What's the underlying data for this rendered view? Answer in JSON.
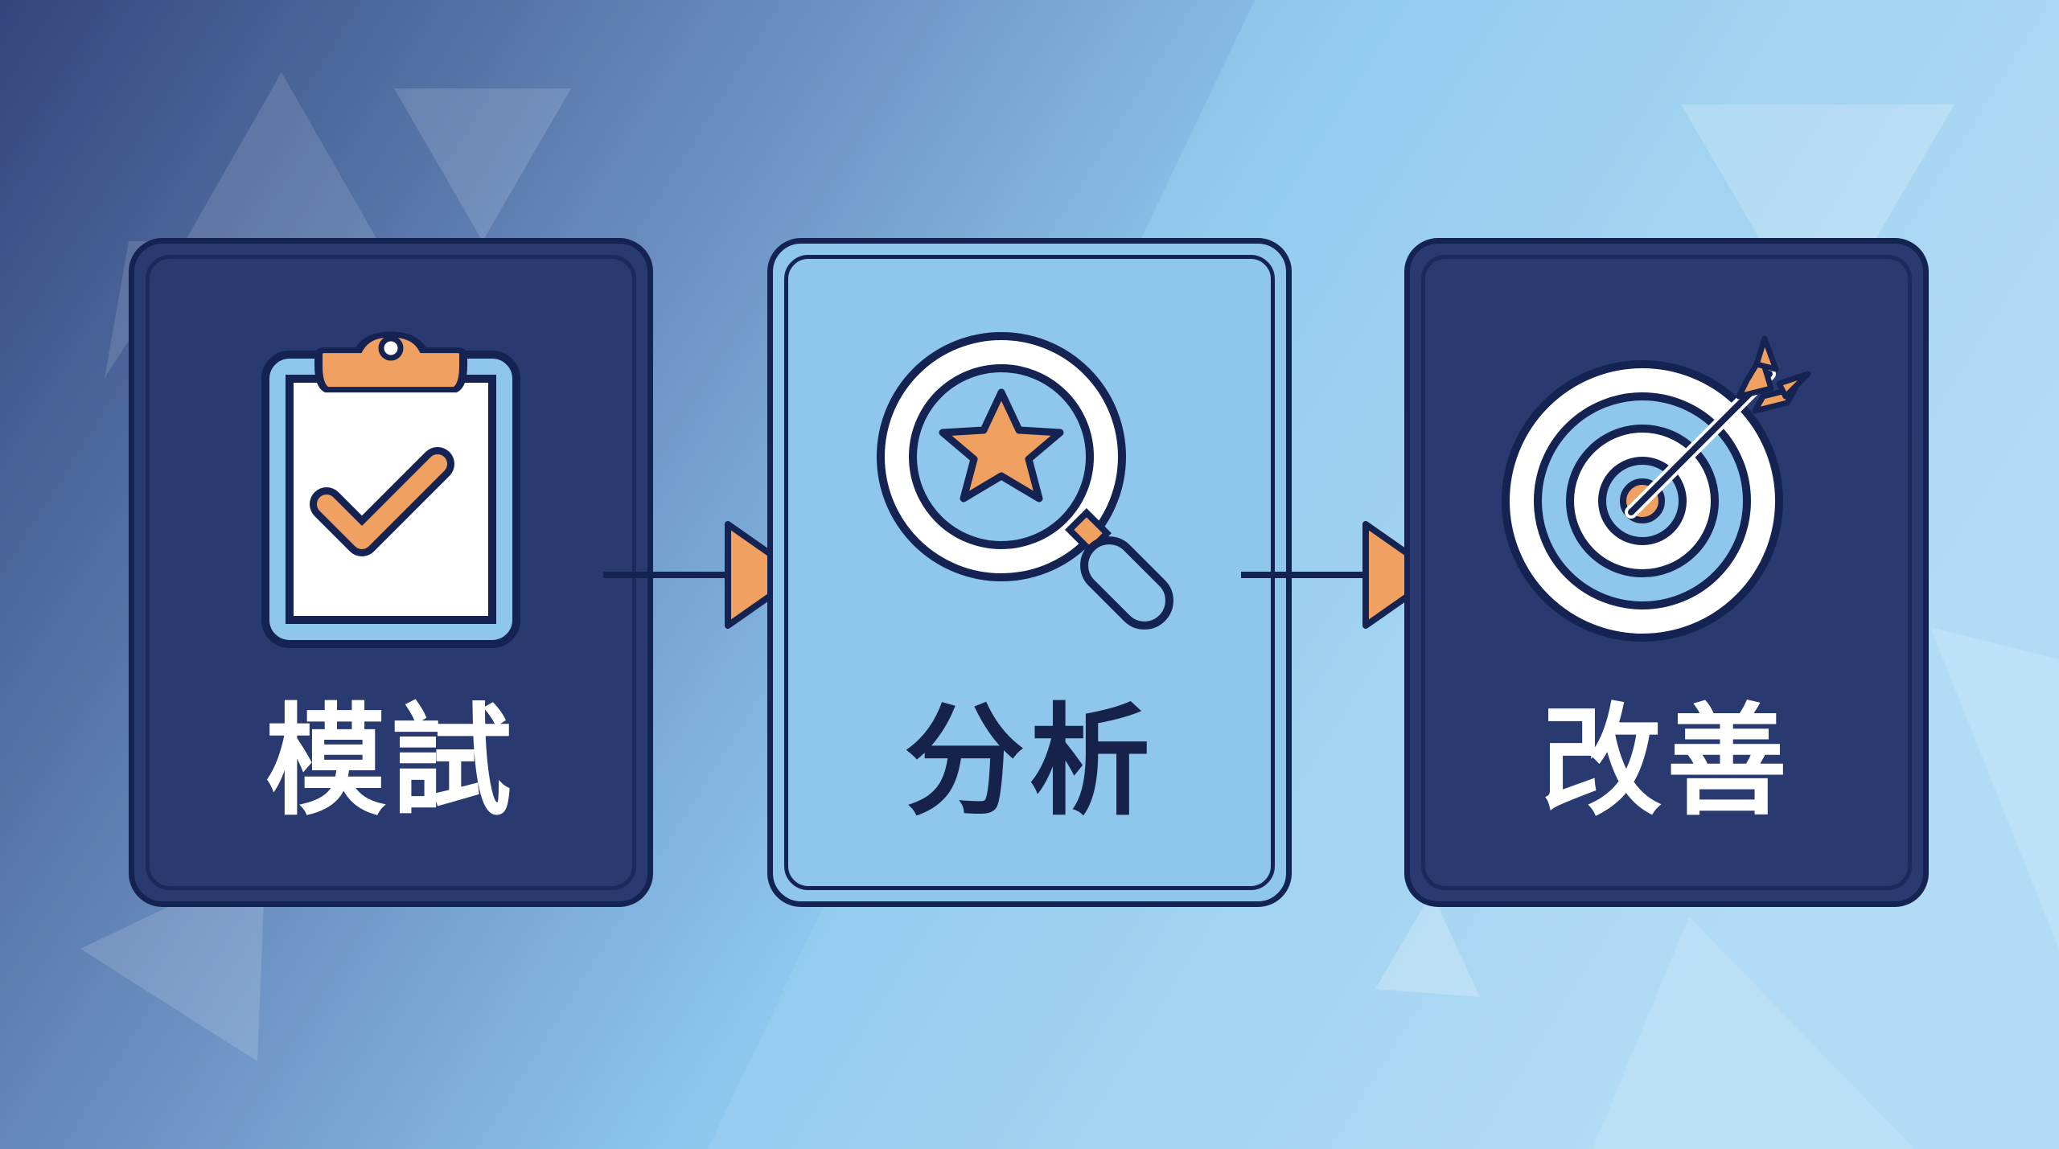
{
  "steps": [
    {
      "label": "模試",
      "icon": "clipboard-check-icon",
      "style": "dark"
    },
    {
      "label": "分析",
      "icon": "magnifier-star-icon",
      "style": "light"
    },
    {
      "label": "改善",
      "icon": "target-arrow-icon",
      "style": "dark"
    }
  ],
  "colors": {
    "navy": "#283a6f",
    "outline": "#142352",
    "light_blue": "#8ec6ec",
    "orange": "#f0a060",
    "white": "#ffffff",
    "bg_left": "#34487e",
    "bg_right": "#bfe2f7"
  }
}
